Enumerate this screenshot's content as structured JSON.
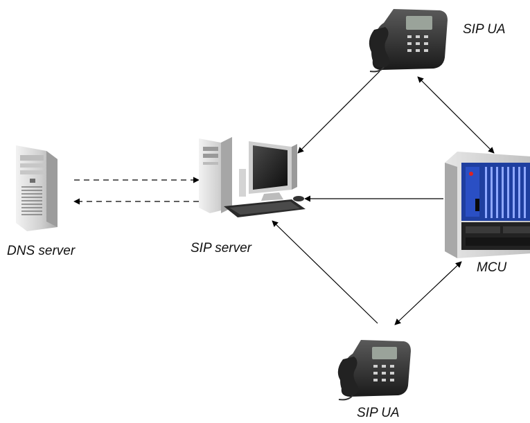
{
  "nodes": {
    "sip_ua_top": {
      "label": "SIP UA",
      "icon": "desk-phone-icon"
    },
    "sip_server": {
      "label": "SIP server",
      "icon": "desktop-computer-icon"
    },
    "dns_server": {
      "label": "DNS server",
      "icon": "tower-server-icon"
    },
    "mcu": {
      "label": "MCU",
      "icon": "rack-chassis-icon"
    },
    "sip_ua_bottom": {
      "label": "SIP UA",
      "icon": "desk-phone-icon"
    }
  },
  "edges": [
    {
      "from": "sip_ua_top",
      "to": "sip_server",
      "style": "solid",
      "direction": "forward"
    },
    {
      "from": "sip_ua_top",
      "to": "mcu",
      "style": "solid",
      "direction": "both"
    },
    {
      "from": "mcu",
      "to": "sip_server",
      "style": "solid",
      "direction": "forward"
    },
    {
      "from": "sip_ua_bottom",
      "to": "sip_server",
      "style": "solid",
      "direction": "forward"
    },
    {
      "from": "sip_ua_bottom",
      "to": "mcu",
      "style": "solid",
      "direction": "both"
    },
    {
      "from": "dns_server",
      "to": "sip_server",
      "style": "dashed",
      "direction": "forward"
    },
    {
      "from": "sip_server",
      "to": "dns_server",
      "style": "dashed",
      "direction": "forward"
    }
  ],
  "colors": {
    "line": "#000000",
    "mcu_panel": "#1f3fa0",
    "phone_body": "#2a2a2a",
    "server_body": "#d9d9d9"
  }
}
